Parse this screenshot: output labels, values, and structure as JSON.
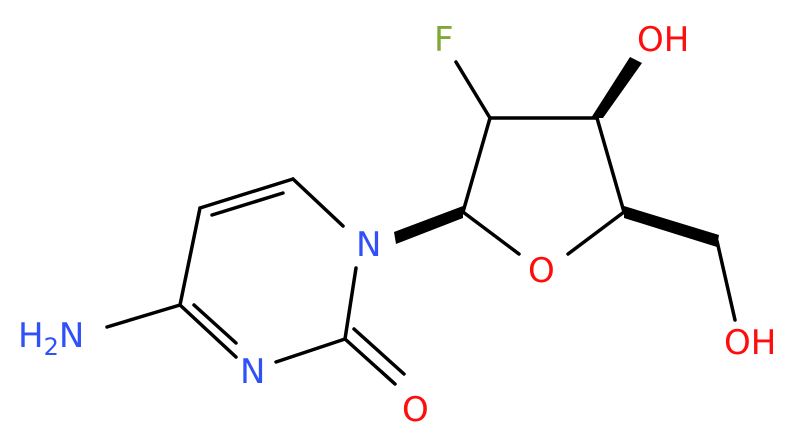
{
  "colors": {
    "bond": "#000000",
    "nitrogen": "#3050F8",
    "oxygen": "#FF0D0D",
    "fluorine": "#7FA834"
  },
  "atoms": {
    "fluorine": "F",
    "hydroxyl_top": "OH",
    "ring_oxygen": "O",
    "hydroxyl_right": "OH",
    "ring_nitrogen_1": "N",
    "ring_nitrogen_3": "N",
    "carbonyl_oxygen": "O",
    "amine": {
      "main": "H",
      "sub": "2",
      "tail": "N"
    }
  }
}
